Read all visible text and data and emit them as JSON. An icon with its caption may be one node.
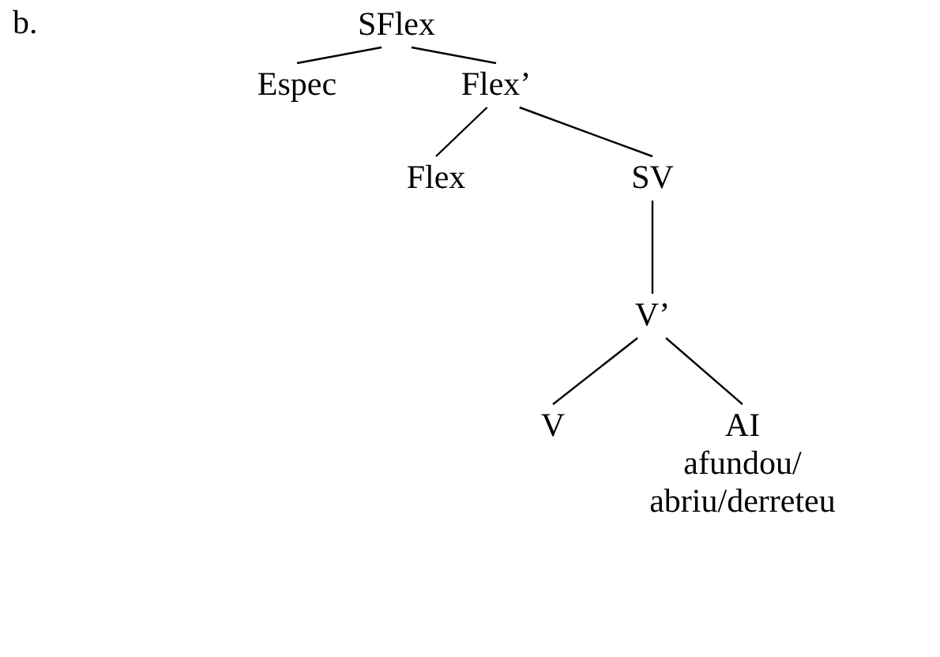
{
  "diagram": {
    "nodes": [
      {
        "text": [
          "SFlex"
        ]
      },
      {
        "text": [
          "Espec"
        ]
      },
      {
        "text": [
          "Flex’"
        ]
      },
      {
        "text": [
          "Flex"
        ]
      },
      {
        "text": [
          "SV"
        ]
      },
      {
        "text": [
          "V’"
        ]
      },
      {
        "text": [
          "V"
        ]
      },
      {
        "text": [
          "AI",
          "afundou/ abriu/derreteu"
        ]
      }
    ],
    "edges": [
      {
        "from": 0,
        "to": 1,
        "arrow": "none"
      },
      {
        "from": 0,
        "to": 2,
        "arrow": "none"
      },
      {
        "from": 2,
        "to": 3,
        "arrow": "none"
      },
      {
        "from": 2,
        "to": 4,
        "arrow": "none"
      },
      {
        "from": 4,
        "to": 5,
        "arrow": "none"
      },
      {
        "from": 5,
        "to": 6,
        "arrow": "none"
      },
      {
        "from": 5,
        "to": 7,
        "arrow": "none"
      }
    ],
    "labels": [
      "b."
    ]
  }
}
